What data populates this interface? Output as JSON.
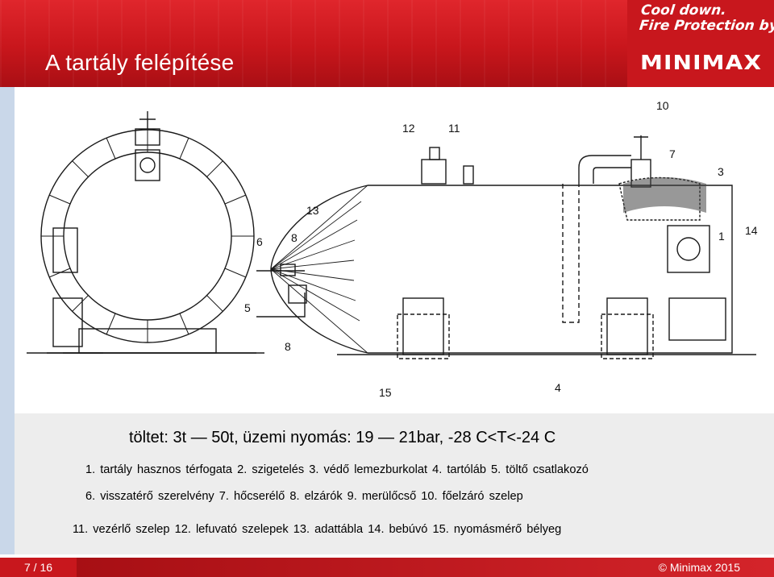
{
  "header": {
    "title": "A tartály felépítése",
    "slogan_line1": "Cool down.",
    "slogan_line2": "Fire Protection by",
    "logo": "MINIMAX"
  },
  "drawing": {
    "labels": [
      "1",
      "3",
      "4",
      "5",
      "6",
      "7",
      "8",
      "8",
      "10",
      "11",
      "12",
      "13",
      "14",
      "15"
    ]
  },
  "fill_text": "töltet: 3t — 50t, üzemi nyomás: 19 — 21bar, -28 C<T<-24 C",
  "legend": {
    "line1": "1. tartály hasznos térfogata   2. szigetelés   3. védő lemezburkolat   4. tartóláb   5. töltő csatlakozó",
    "line2": "6. visszatérő szerelvény   7. hőcserélő   8. elzárók   9. merülőcső   10. főelzáró szelep",
    "line3": "11. vezérlő szelep   12. lefuvató szelepek   13. adattábla   14. bebúvó   15. nyomásmérő bélyeg"
  },
  "footer": {
    "page": "7 / 16",
    "copyright": "© Minimax 2015"
  },
  "colors": {
    "brand_red": "#c8171d",
    "rail_blue": "#c9d7e9",
    "panel_grey": "#ededed"
  }
}
